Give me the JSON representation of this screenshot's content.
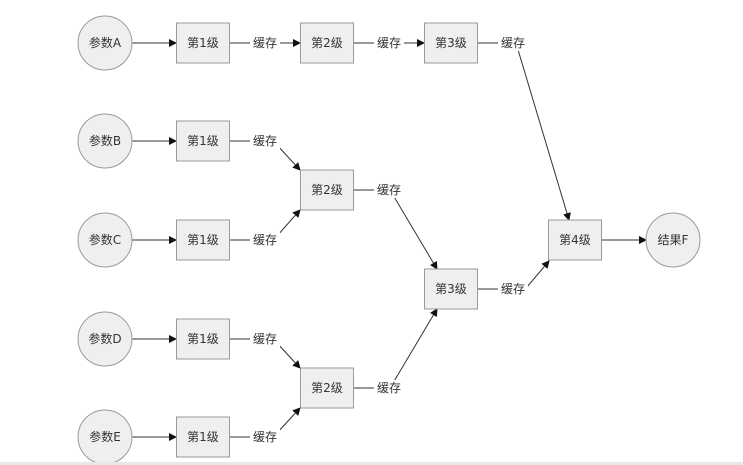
{
  "diagram": {
    "nodes": [
      {
        "id": "pA",
        "shape": "circle",
        "label": "参数A"
      },
      {
        "id": "pB",
        "shape": "circle",
        "label": "参数B"
      },
      {
        "id": "pC",
        "shape": "circle",
        "label": "参数C"
      },
      {
        "id": "pD",
        "shape": "circle",
        "label": "参数D"
      },
      {
        "id": "pE",
        "shape": "circle",
        "label": "参数E"
      },
      {
        "id": "a1",
        "shape": "rect",
        "label": "第1级"
      },
      {
        "id": "a2",
        "shape": "rect",
        "label": "第2级"
      },
      {
        "id": "a3",
        "shape": "rect",
        "label": "第3级"
      },
      {
        "id": "b1",
        "shape": "rect",
        "label": "第1级"
      },
      {
        "id": "c1",
        "shape": "rect",
        "label": "第1级"
      },
      {
        "id": "bc2",
        "shape": "rect",
        "label": "第2级"
      },
      {
        "id": "d1",
        "shape": "rect",
        "label": "第1级"
      },
      {
        "id": "e1",
        "shape": "rect",
        "label": "第1级"
      },
      {
        "id": "de2",
        "shape": "rect",
        "label": "第2级"
      },
      {
        "id": "m3",
        "shape": "rect",
        "label": "第3级"
      },
      {
        "id": "l4",
        "shape": "rect",
        "label": "第4级"
      },
      {
        "id": "rF",
        "shape": "circle",
        "label": "结果F"
      }
    ],
    "edges": [
      {
        "from": "pA",
        "to": "a1",
        "label": ""
      },
      {
        "from": "a1",
        "to": "a2",
        "label": "缓存"
      },
      {
        "from": "a2",
        "to": "a3",
        "label": "缓存"
      },
      {
        "from": "a3",
        "to": "l4",
        "label": "缓存"
      },
      {
        "from": "pB",
        "to": "b1",
        "label": ""
      },
      {
        "from": "b1",
        "to": "bc2",
        "label": "缓存"
      },
      {
        "from": "pC",
        "to": "c1",
        "label": ""
      },
      {
        "from": "c1",
        "to": "bc2",
        "label": "缓存"
      },
      {
        "from": "bc2",
        "to": "m3",
        "label": "缓存"
      },
      {
        "from": "pD",
        "to": "d1",
        "label": ""
      },
      {
        "from": "d1",
        "to": "de2",
        "label": "缓存"
      },
      {
        "from": "pE",
        "to": "e1",
        "label": ""
      },
      {
        "from": "e1",
        "to": "de2",
        "label": "缓存"
      },
      {
        "from": "de2",
        "to": "m3",
        "label": "缓存"
      },
      {
        "from": "m3",
        "to": "l4",
        "label": "缓存"
      },
      {
        "from": "l4",
        "to": "rF",
        "label": ""
      }
    ]
  }
}
